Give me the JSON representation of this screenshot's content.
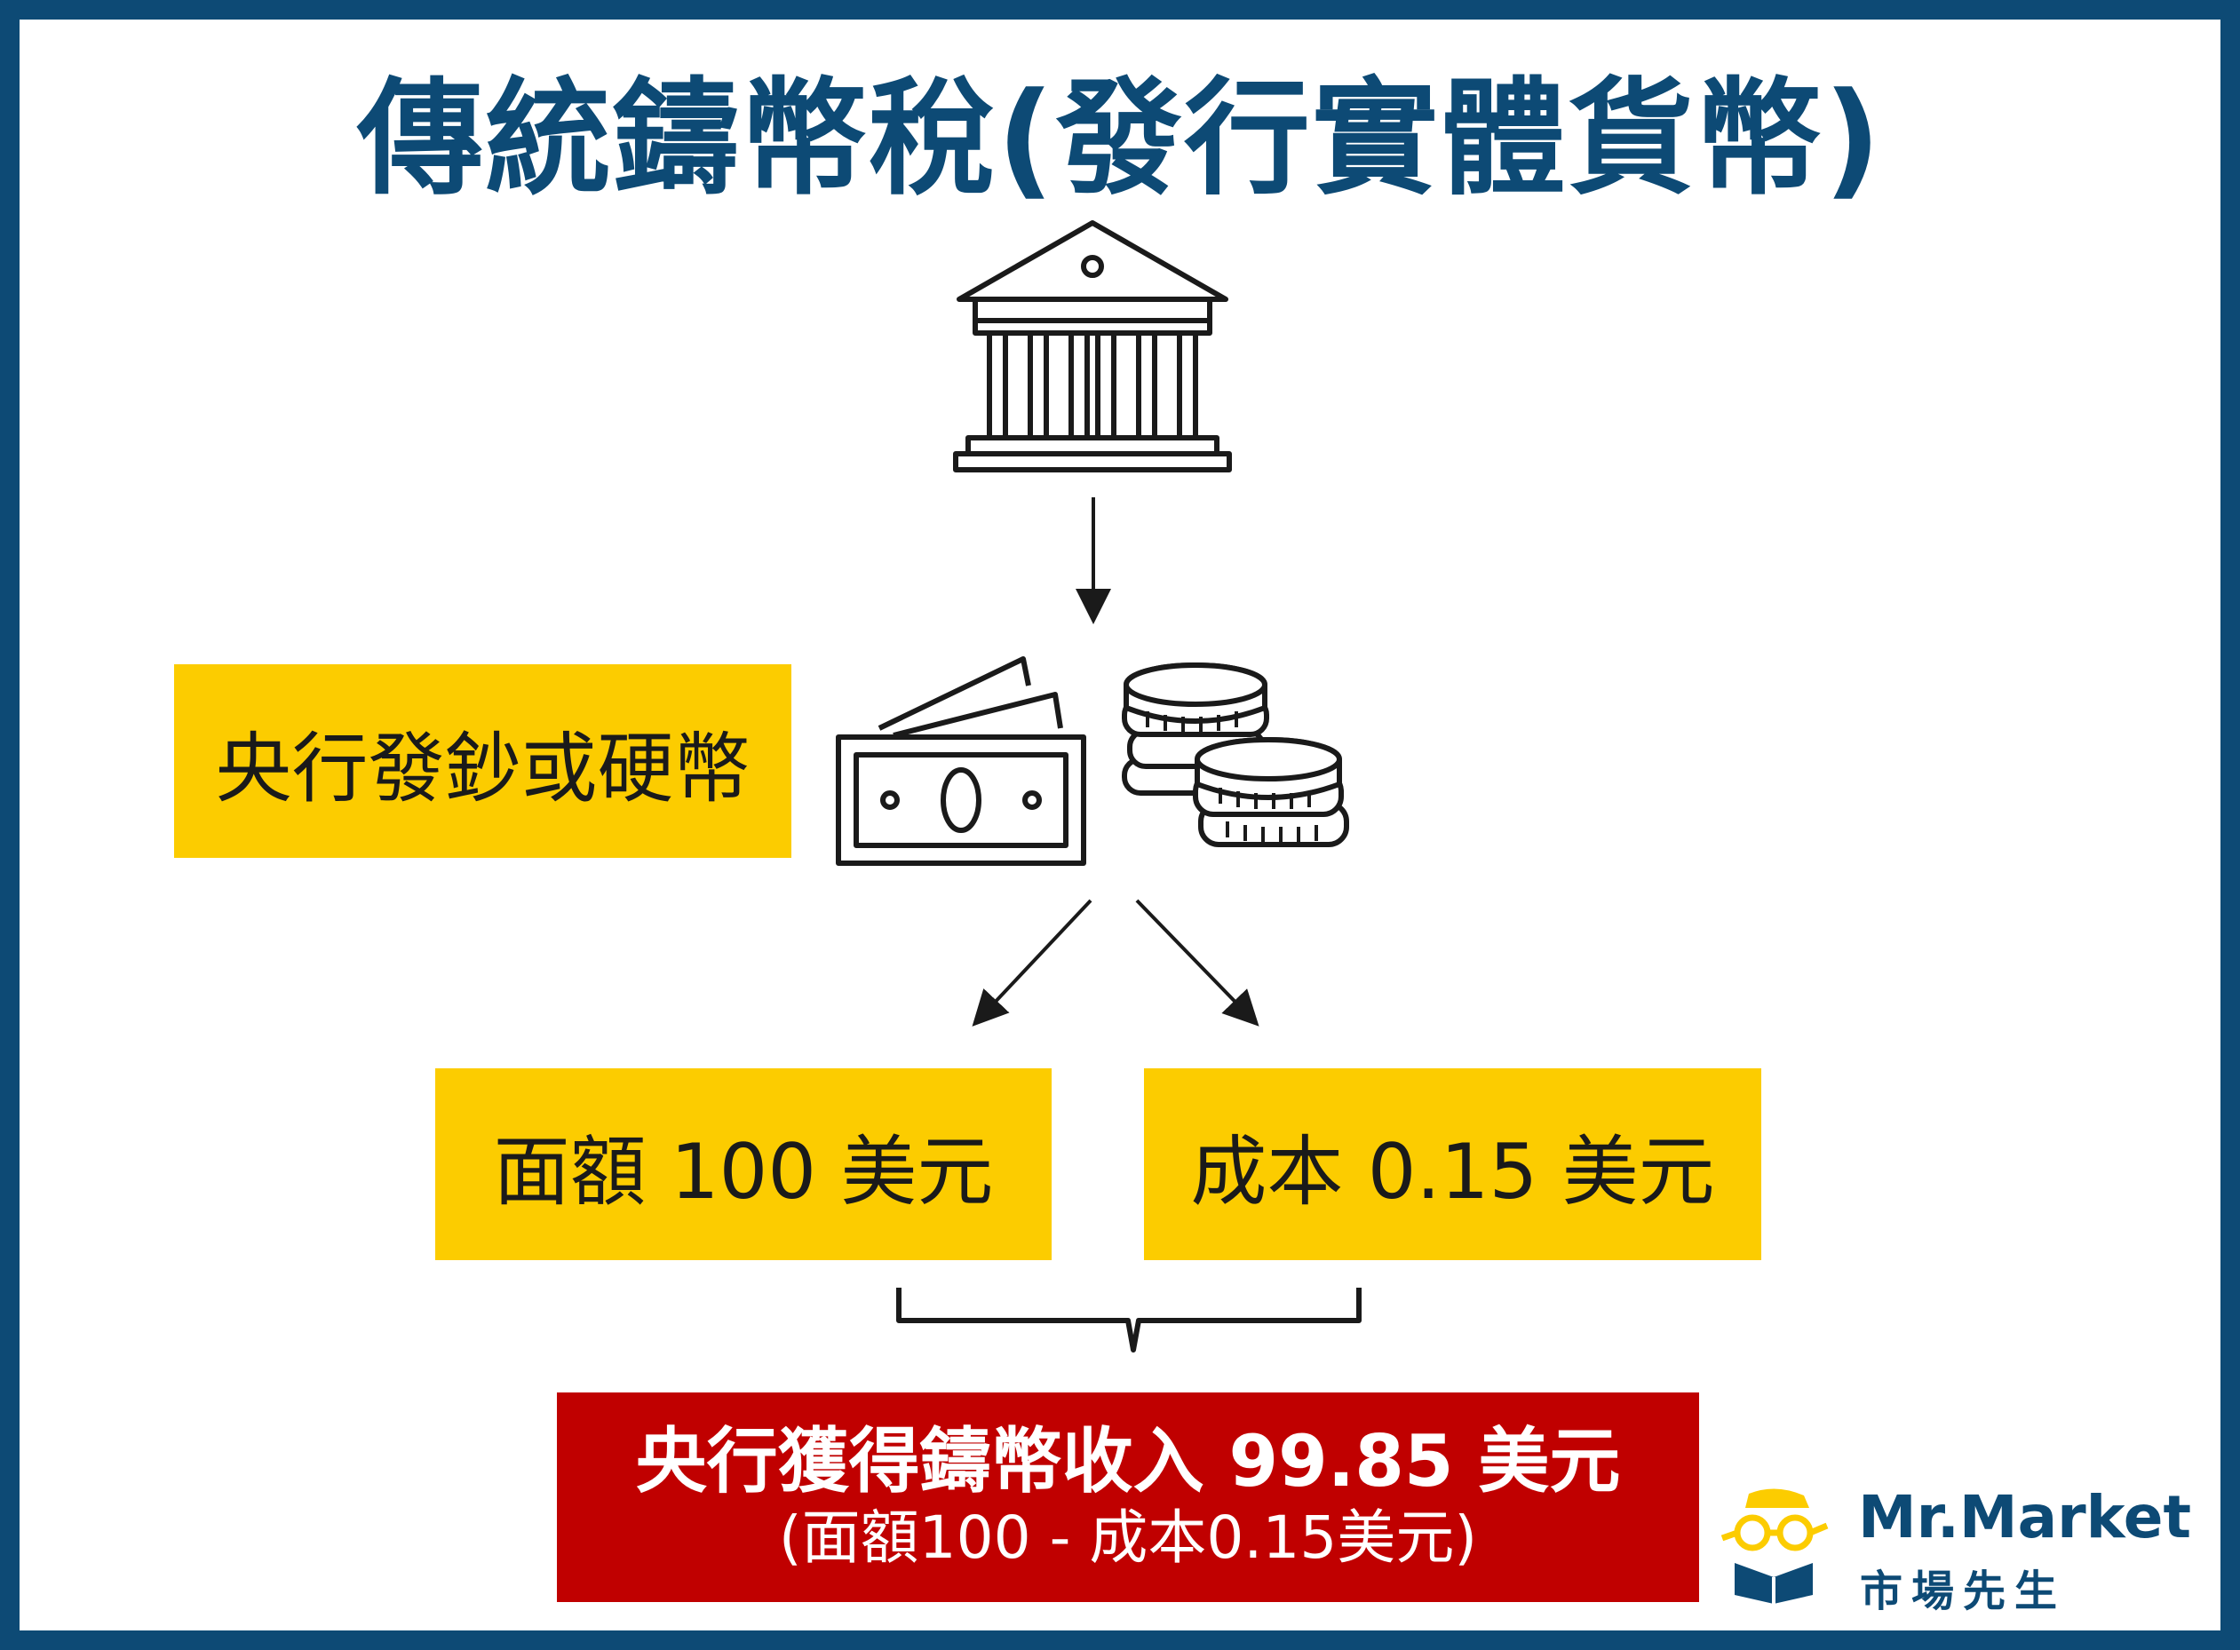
{
  "title": "傳統鑄幣稅(發行實體貨幣)",
  "issue_label": "央行發鈔或硬幣",
  "face_value_label": "面額 100 美元",
  "cost_label": "成本 0.15 美元",
  "result": {
    "main": "央行獲得鑄幣收入 99.85 美元",
    "sub": "(面額100 - 成本0.15美元)"
  },
  "logo": {
    "name_en": "Mr.Market",
    "name_zh": "市場先生"
  },
  "icons": [
    "central-bank-icon",
    "banknote-icon",
    "coins-icon"
  ],
  "colors": {
    "frame": "#0d4a75",
    "title": "#0d4a75",
    "highlight": "#fccc00",
    "result": "#c00000"
  }
}
